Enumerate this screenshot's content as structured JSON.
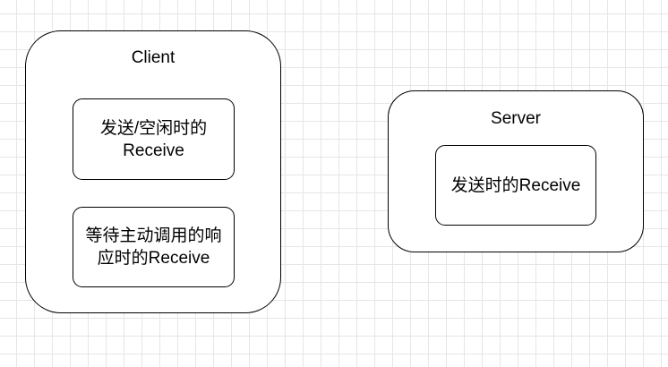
{
  "client": {
    "title": "Client",
    "boxes": [
      {
        "line1": "发送/空闲时的",
        "line2": "Receive"
      },
      {
        "line1": "等待主动调用的响",
        "line2": "应时的Receive"
      }
    ]
  },
  "server": {
    "title": "Server",
    "boxes": [
      {
        "line1": "发送时的Receive"
      }
    ]
  }
}
